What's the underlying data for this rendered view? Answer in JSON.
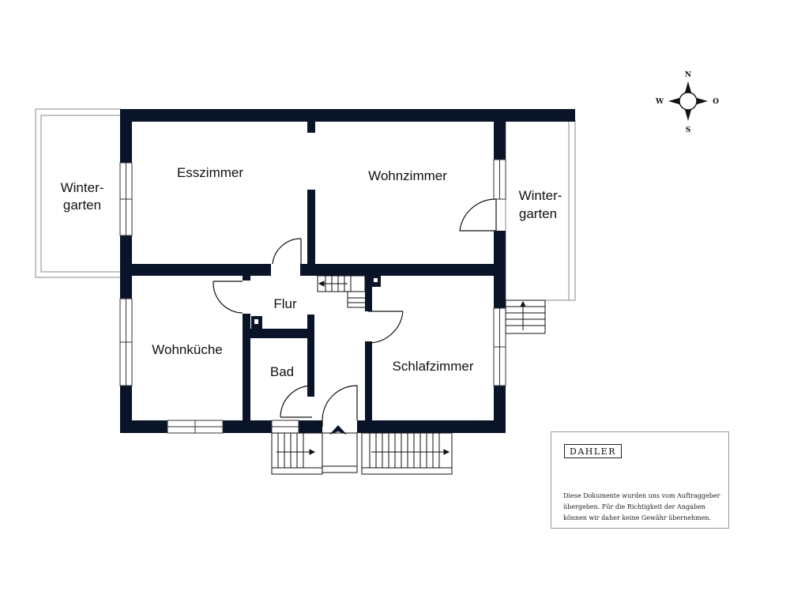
{
  "rooms": {
    "wintergarten_west": [
      "Winter-",
      "garten"
    ],
    "esszimmer": "Esszimmer",
    "wohnzimmer": "Wohnzimmer",
    "wintergarten_east": [
      "Winter-",
      "garten"
    ],
    "flur": "Flur",
    "wohnkueche": "Wohnküche",
    "bad": "Bad",
    "schlafzimmer": "Schlafzimmer"
  },
  "compass": {
    "north": "N",
    "west": "W",
    "east": "O",
    "south": "S"
  },
  "brand": {
    "name": "DAHLER"
  },
  "disclaimer": {
    "lines": [
      "Diese Dokumente wurden uns vom Auftraggeber",
      "übergeben. Für die Richtigkeit der Angaben",
      "können wir daher keine Gewähr übernehmen."
    ]
  },
  "colors": {
    "wall": "#0a1428",
    "line": "#333333",
    "frame": "#9a9a9a"
  }
}
